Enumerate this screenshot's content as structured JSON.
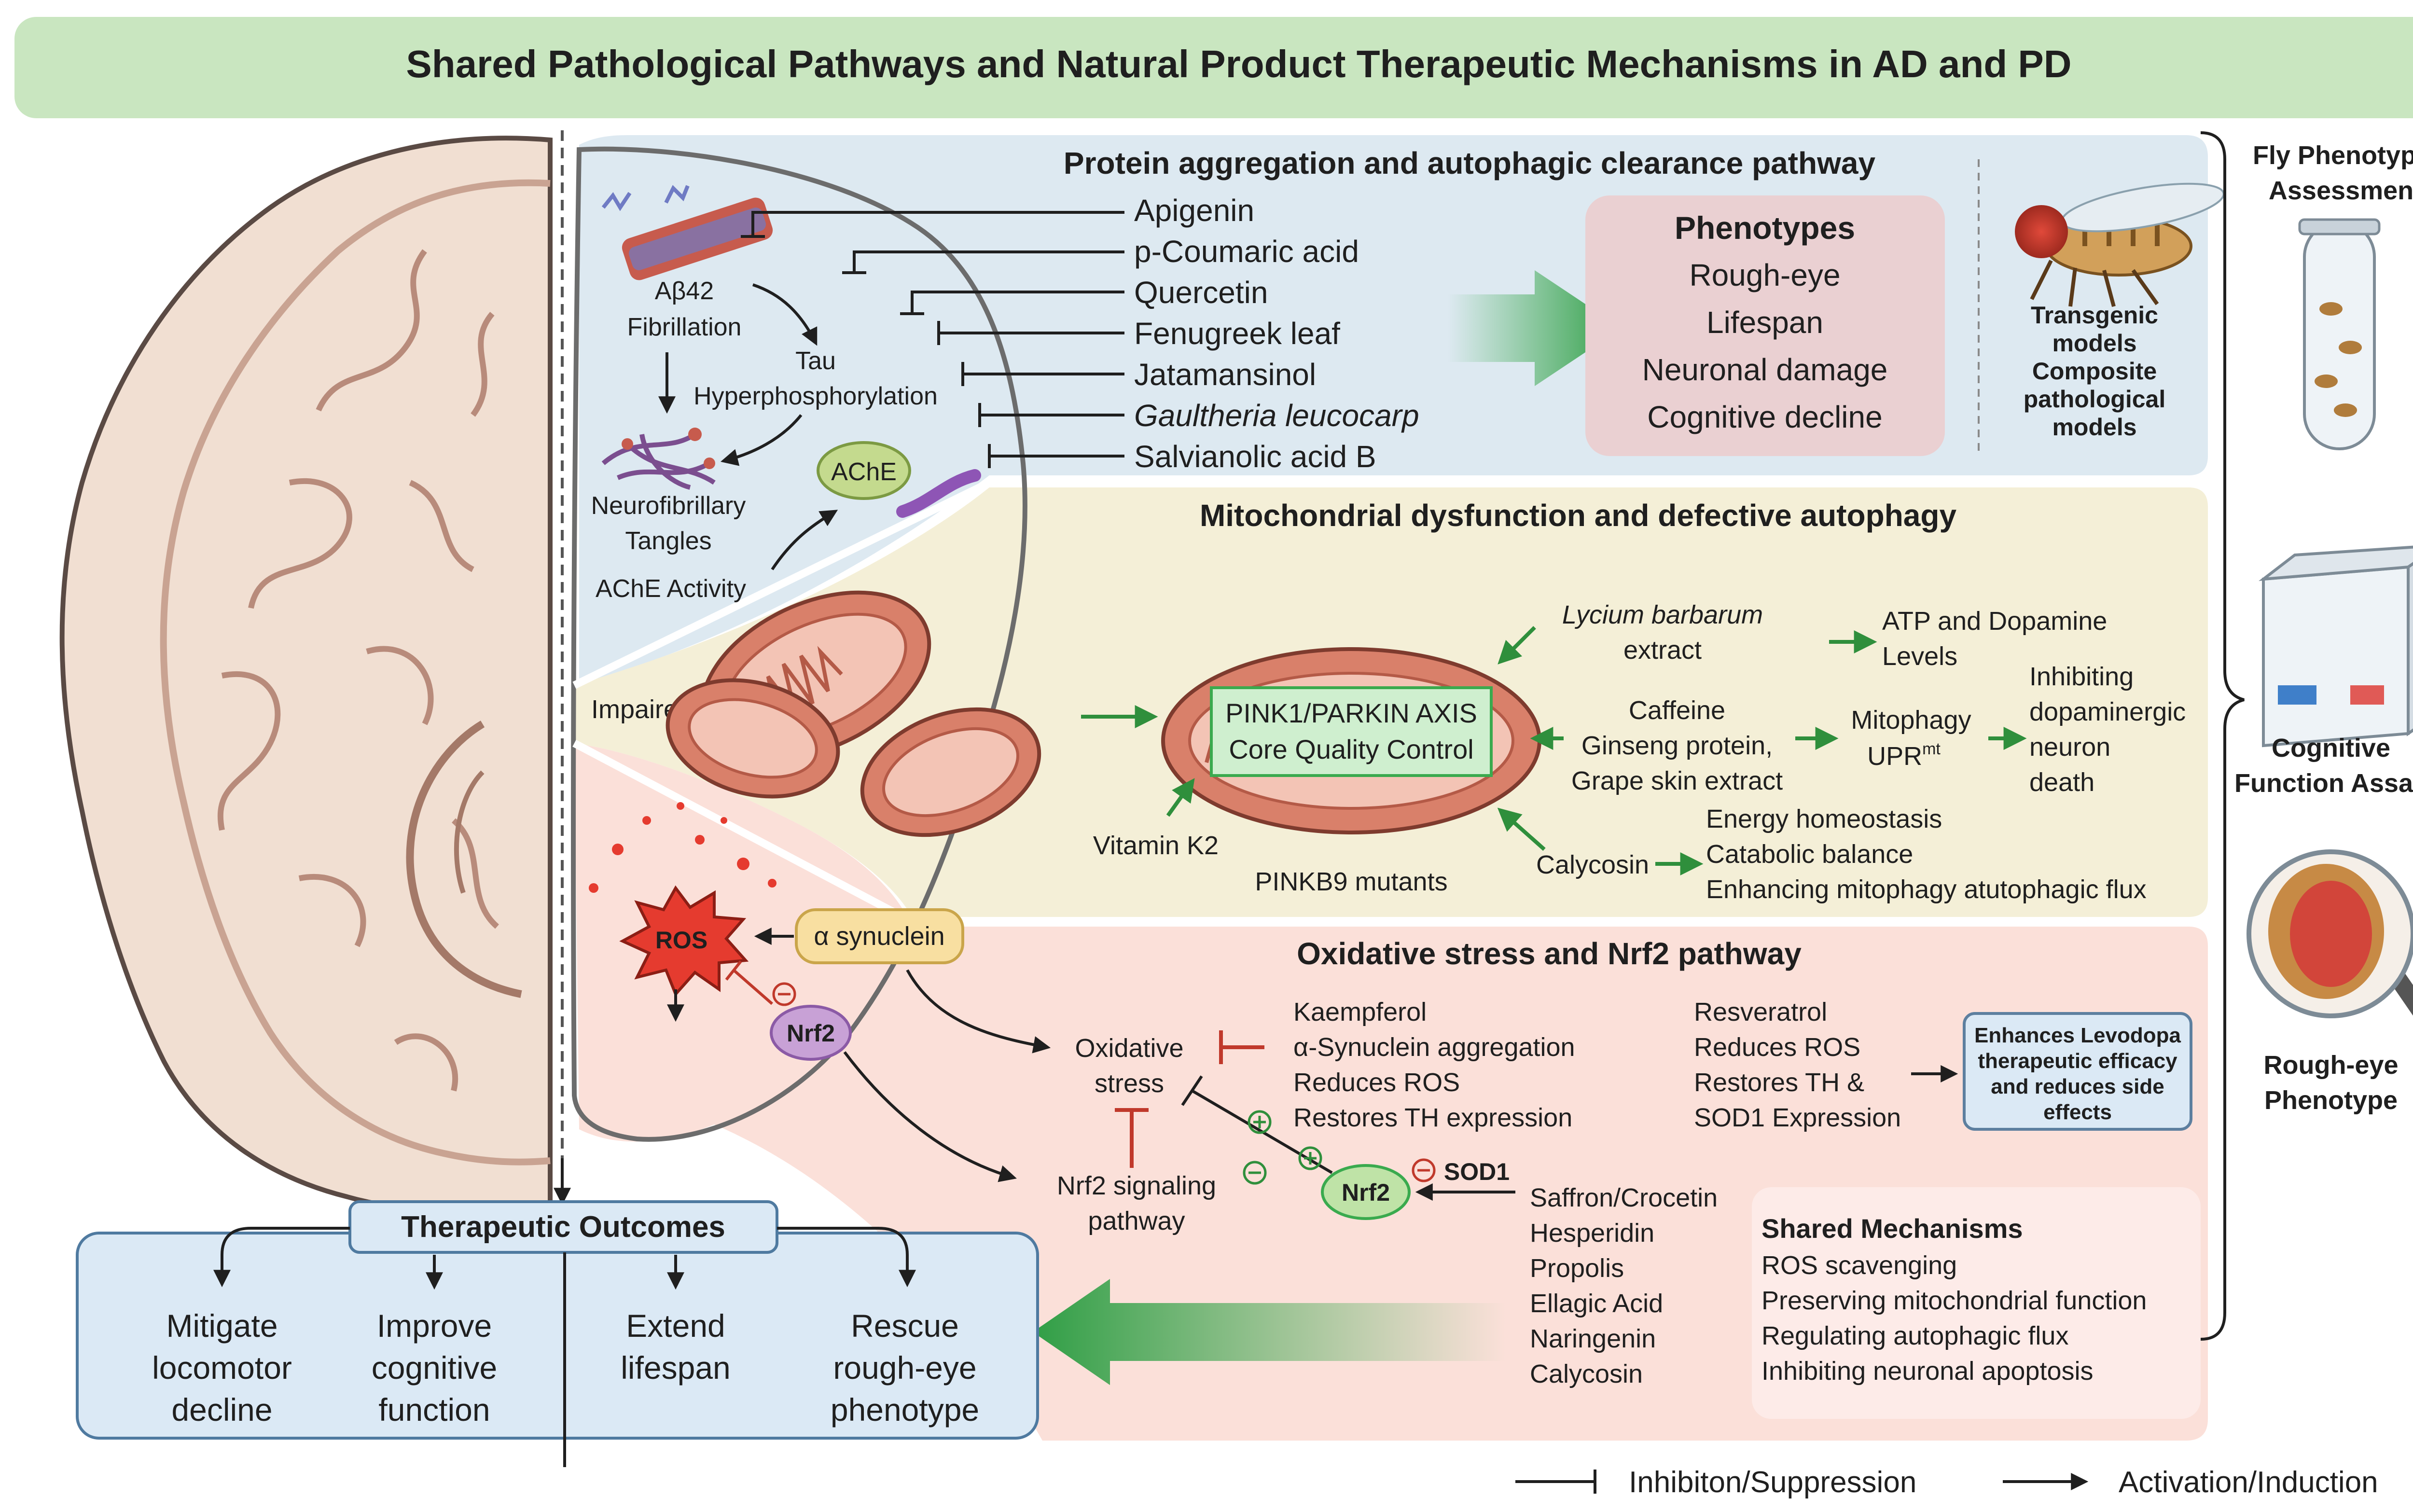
{
  "title": "Shared Pathological Pathways and Natural Product Therapeutic Mechanisms in AD and PD",
  "protein_panel": {
    "heading": "Protein aggregation and autophagic clearance pathway",
    "abeta_line1": "Aβ42",
    "abeta_line2": "Fibrillation",
    "tau_line1": "Tau",
    "tau_line2": "Hyperphosphorylation",
    "nft_line1": "Neurofibrillary",
    "nft_line2": "Tangles",
    "ache_label": "AChE",
    "ache_activity": "AChE Activity",
    "compounds": [
      "Apigenin",
      "p-Coumaric acid",
      "Quercetin",
      "Fenugreek leaf",
      "Jatamansinol",
      "Gaultheria leucocarp",
      "Salvianolic acid B"
    ],
    "phenotypes_title": "Phenotypes",
    "phenotypes": [
      "Rough-eye",
      "Lifespan",
      "Neuronal damage",
      "Cognitive decline"
    ],
    "models": [
      "Transgenic",
      "models",
      "Composite",
      "pathological",
      "models"
    ]
  },
  "mito_panel": {
    "heading": "Mitochondrial dysfunction and defective autophagy",
    "impaired": "Impaired",
    "axis_line1": "PINK1/PARKIN AXIS",
    "axis_line2": "Core Quality Control",
    "lycium_line1": "Lycium barbarum",
    "lycium_line2": "extract",
    "atp_line1": "ATP and Dopamine",
    "atp_line2": "Levels",
    "caffeine_line1": "Caffeine",
    "caffeine_line2": "Ginseng protein,",
    "caffeine_line3": "Grape skin extract",
    "mitophagy_line1": "Mitophagy",
    "mitophagy_line2": "UPR",
    "mitophagy_sup": "mt",
    "inhibit_lines": [
      "Inhibiting",
      "dopaminergic",
      "neuron",
      "death"
    ],
    "vitk2": "Vitamin K2",
    "pinkb9": "PINKB9 mutants",
    "calycosin": "Calycosin",
    "energy_lines": [
      "Energy homeostasis",
      "Catabolic balance",
      "Enhancing mitophagy atutophagic flux"
    ]
  },
  "oxidative_panel": {
    "heading": "Oxidative stress and Nrf2 pathway",
    "ros": "ROS",
    "alpha_syn": "α synuclein",
    "nrf2": "Nrf2",
    "ox_line1": "Oxidative",
    "ox_line2": "stress",
    "nrf2_sig_line1": "Nrf2 signaling",
    "nrf2_sig_line2": "pathway",
    "kaempferol_lines": [
      "Kaempferol",
      "α-Synuclein aggregation",
      "Reduces ROS",
      "Restores TH expression"
    ],
    "resveratrol_lines": [
      "Resveratrol",
      "Reduces ROS",
      "Restores TH &",
      "SOD1 Expression"
    ],
    "levodopa_lines": [
      "Enhances Levodopa",
      "therapeutic efficacy",
      "and reduces side",
      "effects"
    ],
    "sod1": "SOD1",
    "compounds": [
      "Saffron/Crocetin",
      "Hesperidin",
      "Propolis",
      "Ellagic Acid",
      "Naringenin",
      "Calycosin"
    ],
    "shared_title": "Shared Mechanisms",
    "shared_items": [
      "ROS scavenging",
      "Preserving mitochondrial function",
      "Regulating autophagic flux",
      "Inhibiting neuronal apoptosis"
    ]
  },
  "outcomes": {
    "title": "Therapeutic Outcomes",
    "items": [
      {
        "l1": "Mitigate",
        "l2": "locomotor",
        "l3": "decline"
      },
      {
        "l1": "Improve",
        "l2": "cognitive",
        "l3": "function"
      },
      {
        "l1": "Extend",
        "l2": "lifespan",
        "l3": ""
      },
      {
        "l1": "Rescue",
        "l2": "rough-eye",
        "l3": "phenotype"
      }
    ]
  },
  "assessment": {
    "fly_title_l1": "Fly Phenotypic",
    "fly_title_l2": "Assessment",
    "cog_l1": "Cognitive",
    "cog_l2": "Function Assay",
    "rough_l1": "Rough-eye",
    "rough_l2": "Phenotype"
  },
  "legend": {
    "inhibition": "Inhibiton/Suppression",
    "activation": "Activation/Induction"
  },
  "colors": {
    "title_bar": "#c9e6c0",
    "protein_bg": "#dde9f1",
    "mito_bg": "#f4efd7",
    "oxidative_bg": "#fbe0d9",
    "phenotype_box": "#ead0d2",
    "axis_box": "#cfefcf",
    "green_arrow": "#3aaa4e",
    "inhibit_red": "#c0392b",
    "outcome_box": "#dbe9f5"
  }
}
